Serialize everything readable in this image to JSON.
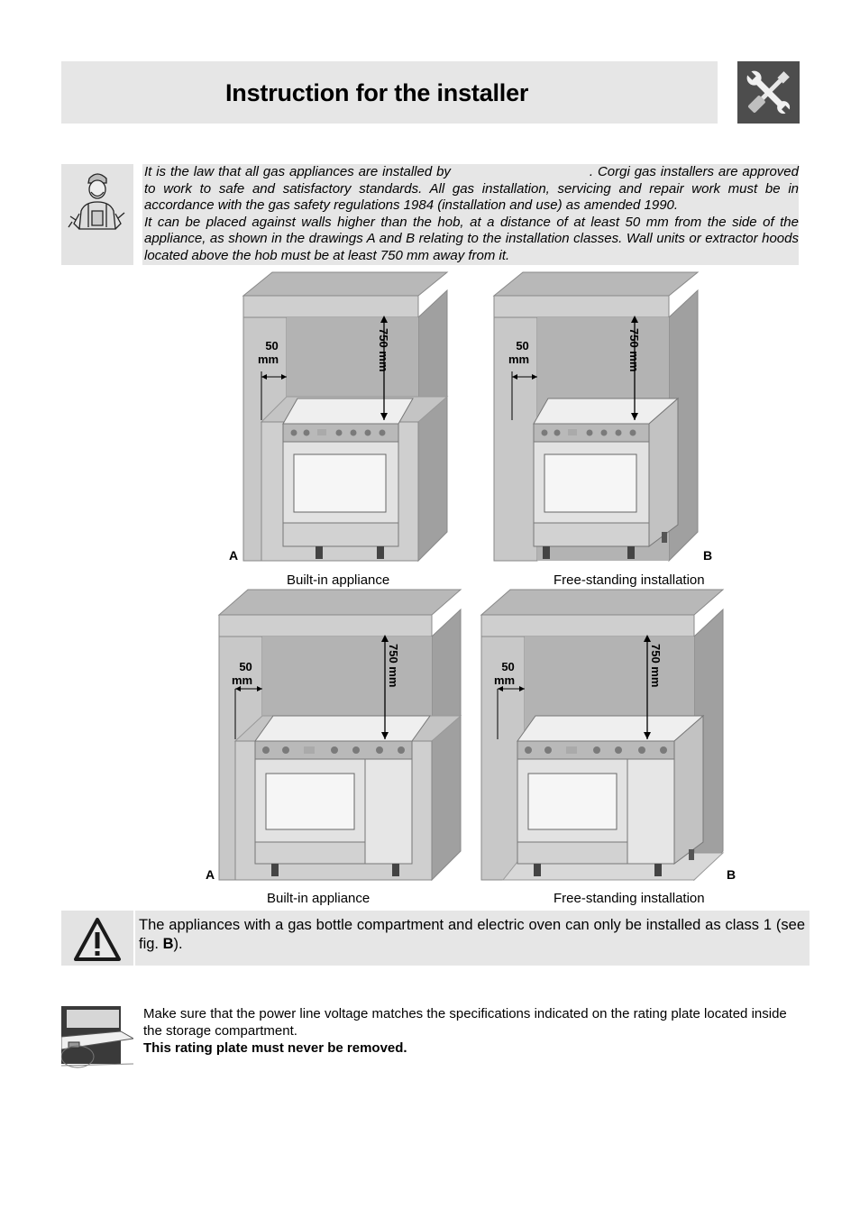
{
  "header": {
    "title": "Instruction for the installer"
  },
  "icons": {
    "tools": "wrench-screwdriver-icon",
    "installer": "installer-person-icon",
    "warning": "warning-triangle-icon",
    "rating_plate": "rating-plate-icon"
  },
  "intro": {
    "line_1_before": "It is the law that all gas appliances are installed by",
    "line_1_after": ". Corgi gas installers are approved to work to safe and satisfactory standards. All gas installation, servicing and repair work must be in accordance with the gas safety regulations 1984 (installation and use) as amended 1990.",
    "paragraph_2": "It can be placed against walls higher than the hob, at a distance of at least 50 mm from the side of the appliance, as shown in the drawings A and B relating to the installation classes.  Wall units or extractor hoods located above the hob must be at least 750 mm away from it."
  },
  "figures": {
    "side_label_value": "50",
    "side_label_unit": "mm",
    "height_label": "750 mm",
    "items": [
      {
        "letter": "A",
        "caption": "Built-in appliance"
      },
      {
        "letter": "B",
        "caption": "Free-standing installation"
      },
      {
        "letter": "A",
        "caption": "Built-in appliance"
      },
      {
        "letter": "B",
        "caption": "Free-standing installation"
      }
    ]
  },
  "warning": {
    "text_before": "The appliances with a gas bottle compartment and electric oven can only be installed as class 1 (see fig. ",
    "text_bold": "B",
    "text_after": ")."
  },
  "power": {
    "text": "Make sure that the power line voltage matches the specifications indicated on the rating plate located inside the storage compartment.",
    "bold_text": "This rating plate must never be removed."
  }
}
